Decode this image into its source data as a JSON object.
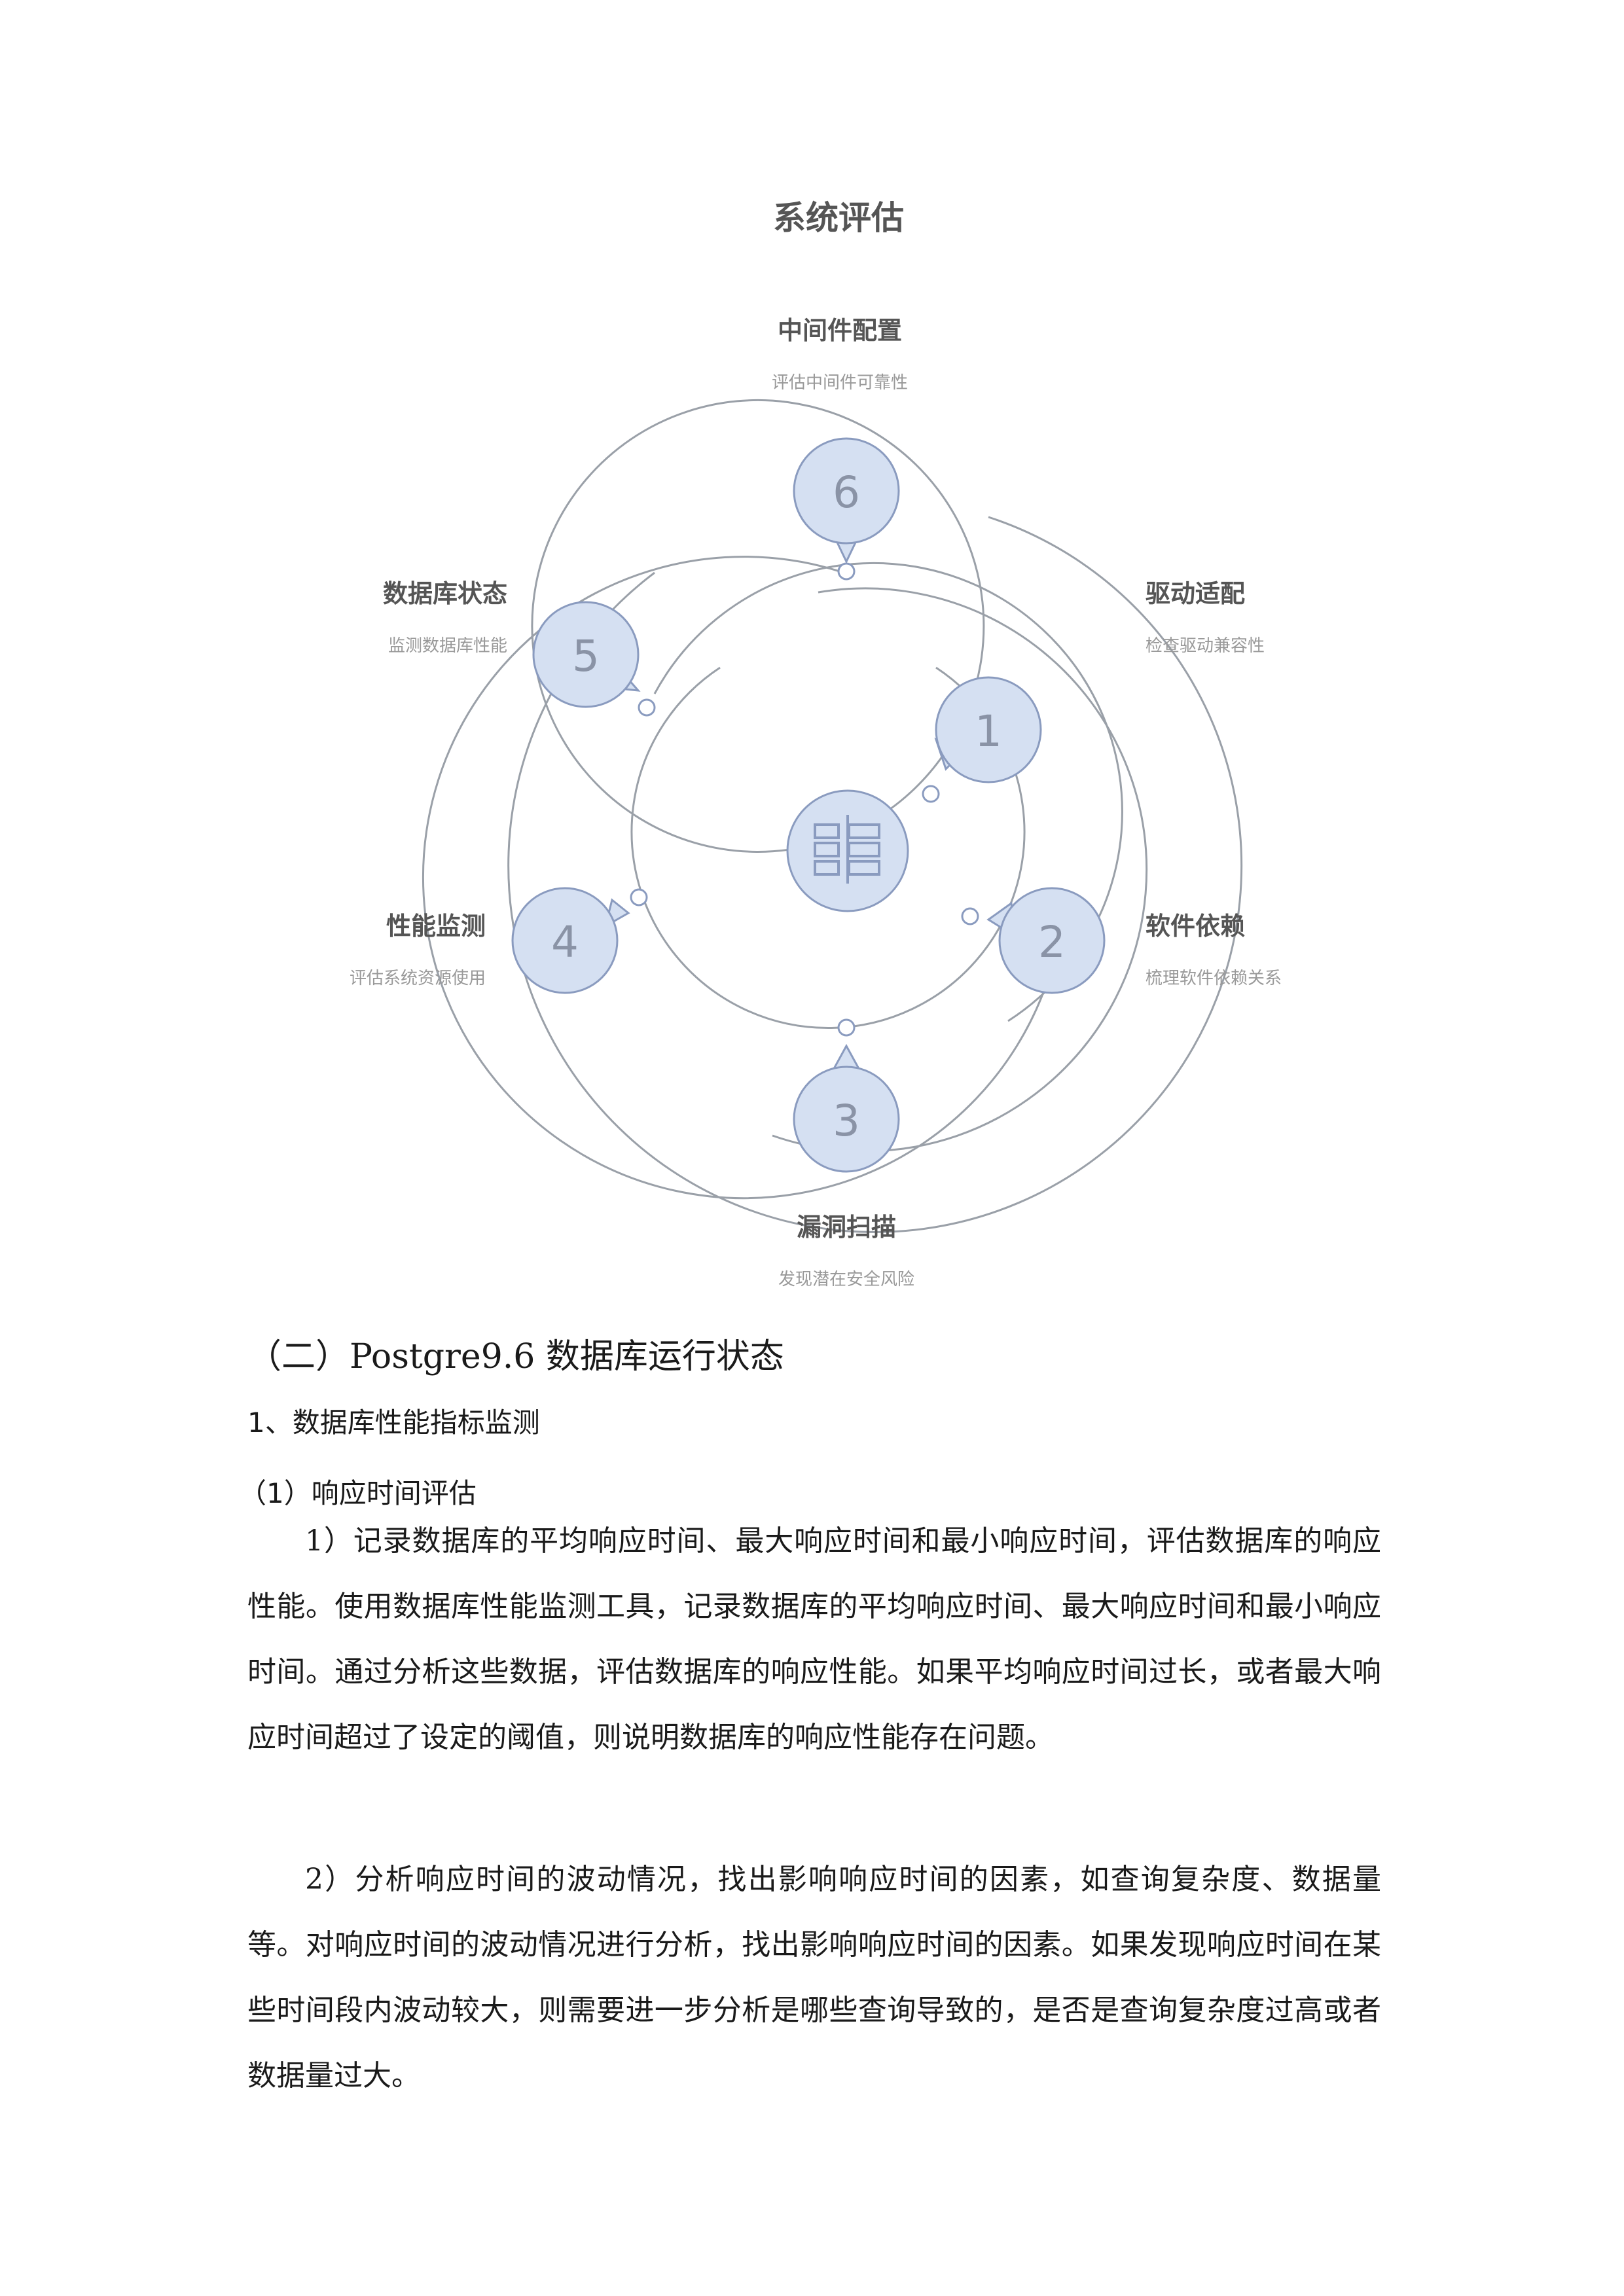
{
  "diagram": {
    "title": "系统评估",
    "center_icon": "grid-blocks-icon",
    "accent_fill": "#d5e0f2",
    "stroke": "#8a9bbf",
    "steps": [
      {
        "number": "1",
        "title": "驱动适配",
        "subtitle": "检查驱动兼容性"
      },
      {
        "number": "2",
        "title": "软件依赖",
        "subtitle": "梳理软件依赖关系"
      },
      {
        "number": "3",
        "title": "漏洞扫描",
        "subtitle": "发现潜在安全风险"
      },
      {
        "number": "4",
        "title": "性能监测",
        "subtitle": "评估系统资源使用"
      },
      {
        "number": "5",
        "title": "数据库状态",
        "subtitle": "监测数据库性能"
      },
      {
        "number": "6",
        "title": "中间件配置",
        "subtitle": "评估中间件可靠性"
      }
    ]
  },
  "document": {
    "section_heading": "（二）Postgre9.6 数据库运行状态",
    "subsection_heading": "1、数据库性能指标监测",
    "sub_subsection_heading": "（1）响应时间评估",
    "paragraphs": [
      "1）记录数据库的平均响应时间、最大响应时间和最小响应时间，评估数据库的响应性能。使用数据库性能监测工具，记录数据库的平均响应时间、最大响应时间和最小响应时间。通过分析这些数据，评估数据库的响应性能。如果平均响应时间过长，或者最大响应时间超过了设定的阈值，则说明数据库的响应性能存在问题。",
      "2）分析响应时间的波动情况，找出影响响应时间的因素，如查询复杂度、数据量等。对响应时间的波动情况进行分析，找出影响响应时间的因素。如果发现响应时间在某些时间段内波动较大，则需要进一步分析是哪些查询导致的，是否是查询复杂度过高或者数据量过大。"
    ]
  }
}
